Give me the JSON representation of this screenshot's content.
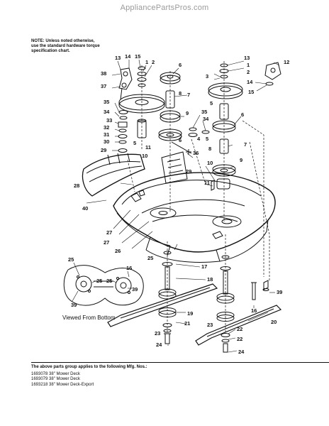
{
  "watermark": "AppliancePartsPros.com",
  "note": {
    "line1": "NOTE: Unless noted otherwise,",
    "line2": "use the standard hardware torque",
    "line3": "specification chart."
  },
  "viewed_from_bottom": "Viewed From Bottom",
  "footer": {
    "heading": "The above parts group applies to the following Mfg. Nos.:",
    "items": [
      "1693078  38\" Mower Deck",
      "1693079  38\" Mower Deck",
      "1693218  38\" Mower Deck-Export"
    ]
  },
  "callouts": {
    "c1": "1",
    "c2": "2",
    "c3": "3",
    "c4": "4",
    "c5": "5",
    "c6": "6",
    "c7": "7",
    "c8": "8",
    "c9": "9",
    "c10": "10",
    "c11": "11",
    "c12": "12",
    "c13": "13",
    "c14": "14",
    "c15": "15",
    "c16": "16",
    "c17": "17",
    "c18": "18",
    "c19": "19",
    "c20": "20",
    "c21": "21",
    "c22": "22",
    "c23": "23",
    "c24": "24",
    "c25": "25",
    "c26": "26",
    "c27": "27",
    "c28": "28",
    "c29": "29",
    "c30": "30",
    "c31": "31",
    "c32": "32",
    "c33": "33",
    "c34": "34",
    "c35": "35",
    "c36": "36",
    "c37": "37",
    "c38": "38",
    "c39": "39",
    "c40": "40"
  }
}
